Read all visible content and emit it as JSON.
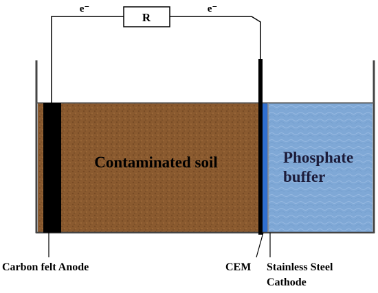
{
  "circuit": {
    "electron_left": "e⁻",
    "electron_right": "e⁻",
    "resistor": "R"
  },
  "chambers": {
    "soil": "Contaminated soil",
    "buffer_line1": "Phosphate",
    "buffer_line2": "buffer"
  },
  "labels": {
    "anode": "Carbon felt Anode",
    "cem": "CEM",
    "cathode_line1": "Stainless Steel",
    "cathode_line2": "Cathode"
  },
  "colors": {
    "soil": "#8a5a2f",
    "buffer": "#7fa8d6",
    "electrode": "#000000",
    "membrane": "#2f6fd0",
    "outline": "#444444"
  }
}
